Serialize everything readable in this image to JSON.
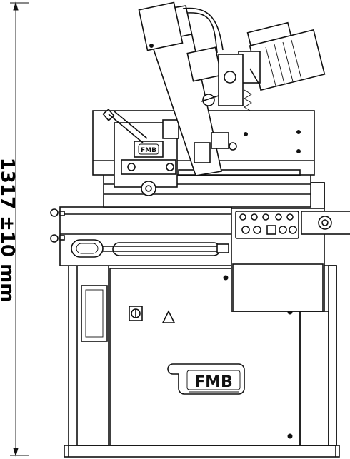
{
  "dimension": {
    "label": "1317 ±10 mm"
  },
  "brand": {
    "logo_text": "FMB",
    "blade_guard_logo_text": "FMB"
  },
  "icons": {
    "warning": "warning-triangle-icon",
    "main_switch": "main-switch-icon"
  }
}
